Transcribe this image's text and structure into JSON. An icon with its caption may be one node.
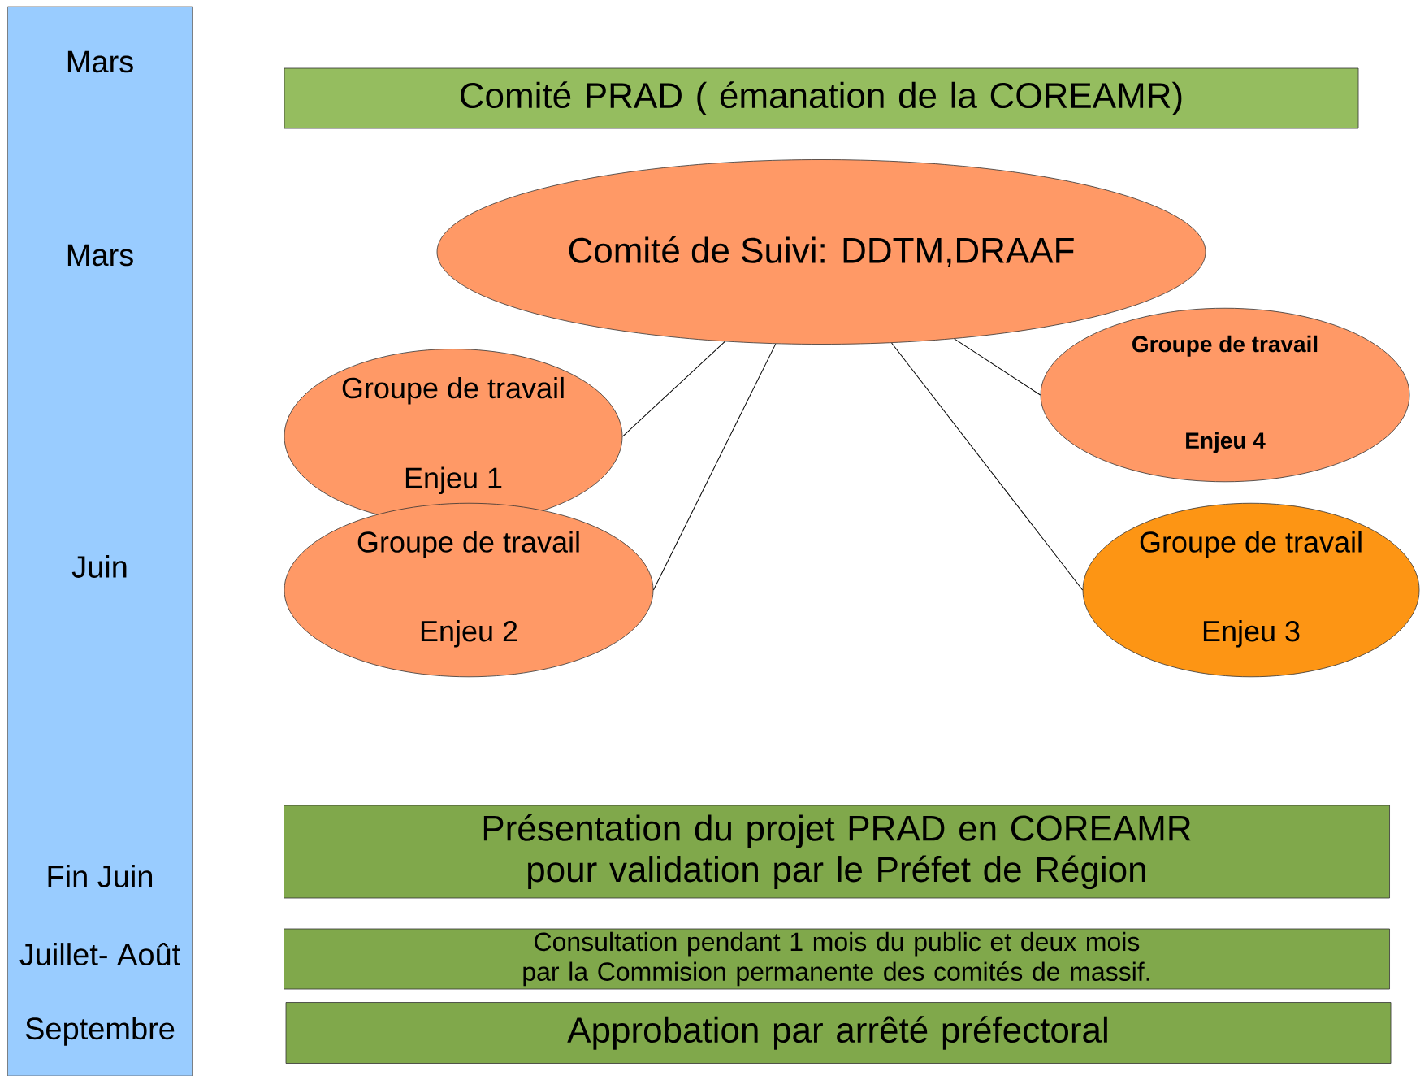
{
  "diagram": {
    "nodes": [
      {
        "text": [
          "Mars",
          "Mars",
          "Juin",
          "Fin Juin",
          "Juillet- Août",
          "Septembre"
        ]
      },
      {
        "text": [
          "Comité PRAD ( émanation de la COREAMR)"
        ]
      },
      {
        "text": [
          "Comité de Suivi: DDTM,DRAAF"
        ]
      },
      {
        "text": [
          "Groupe de travail",
          "Enjeu 1"
        ]
      },
      {
        "text": [
          "Groupe de travail",
          "Enjeu 4"
        ]
      },
      {
        "text": [
          "Groupe de travail",
          "Enjeu 2"
        ]
      },
      {
        "text": [
          "Groupe de travail",
          "Enjeu 3"
        ]
      },
      {
        "text": [
          "Présentation du projet PRAD en COREAMR pour validation par le Préfet de Région"
        ]
      },
      {
        "text": [
          "Consultation pendant 1 mois du public et deux mois par la Commision permanente des comités de massif."
        ]
      },
      {
        "text": [
          "Approbation par arrêté préfectoral"
        ]
      }
    ],
    "edges": [
      {
        "from": 2,
        "to": 3,
        "arrow": "none"
      },
      {
        "from": 2,
        "to": 4,
        "arrow": "none"
      },
      {
        "from": 2,
        "to": 5,
        "arrow": "none"
      },
      {
        "from": 2,
        "to": 6,
        "arrow": "none"
      }
    ]
  }
}
